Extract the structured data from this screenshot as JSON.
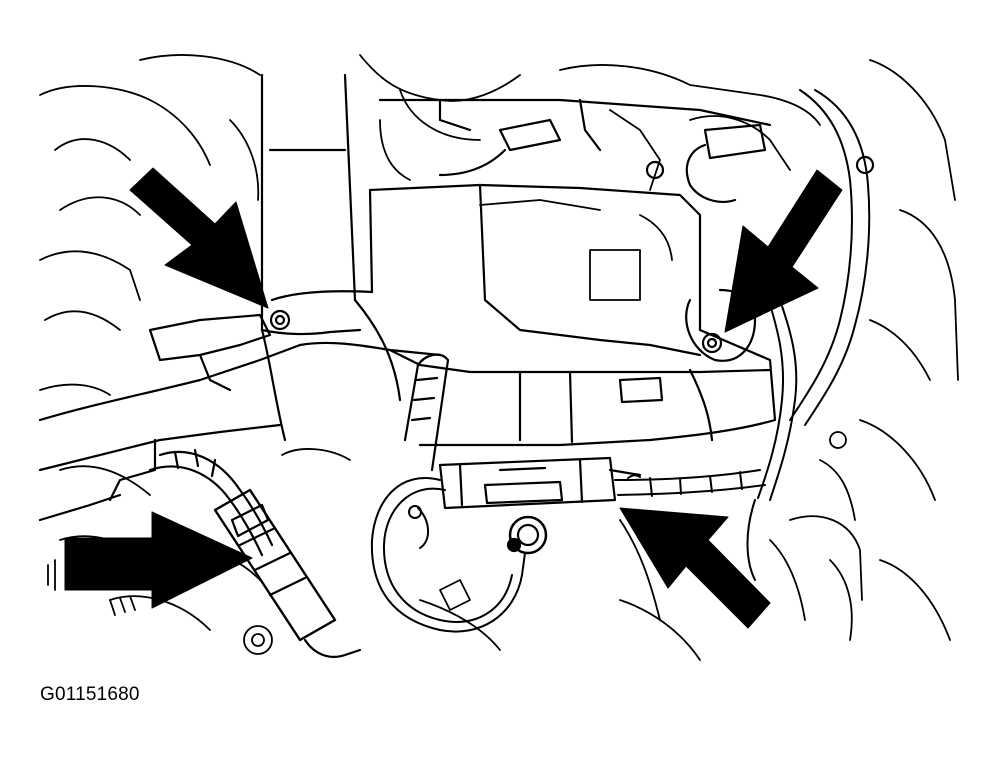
{
  "figure": {
    "id_label": "G01151680",
    "colors": {
      "ink": "#000000",
      "paper": "#ffffff"
    },
    "callout_arrows": [
      "left-mount-bolt-arrow",
      "right-mount-bolt-arrow",
      "left-connector-arrow",
      "right-harness-arrow"
    ]
  }
}
